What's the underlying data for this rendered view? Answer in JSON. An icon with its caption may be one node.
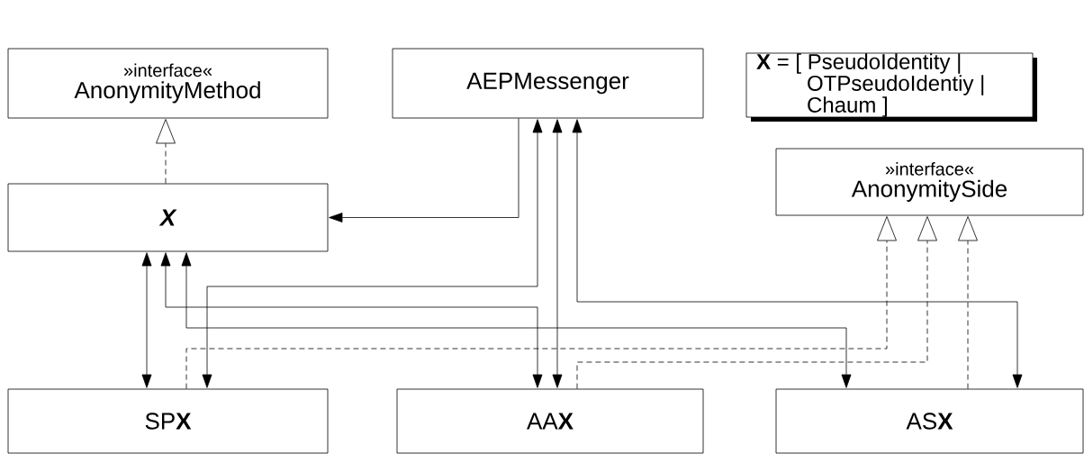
{
  "diagram": {
    "nodes": [
      {
        "text": [
          "»interface«",
          "AnonymityMethod"
        ]
      },
      {
        "text": [
          "AEPMessenger"
        ]
      },
      {
        "text": [
          "**X** = [ PseudoIdentity | OTPseudoIdentiy | Chaum ]"
        ]
      },
      {
        "text": [
          "X"
        ]
      },
      {
        "text": [
          "»interface«",
          "AnonymitySide"
        ]
      },
      {
        "text": [
          "SP**X**"
        ]
      },
      {
        "text": [
          "AA**X**"
        ]
      },
      {
        "text": [
          "AS**X**"
        ]
      }
    ],
    "edges": [
      {
        "from": 3,
        "to": 0,
        "arrow": "to",
        "style": "dashed"
      },
      {
        "from": 1,
        "to": 3,
        "arrow": "to"
      },
      {
        "from": 1,
        "to": 5,
        "arrow": "both"
      },
      {
        "from": 1,
        "to": 6,
        "arrow": "both"
      },
      {
        "from": 1,
        "to": 7,
        "arrow": "both"
      },
      {
        "from": 3,
        "to": 5,
        "arrow": "both"
      },
      {
        "from": 3,
        "to": 6,
        "arrow": "both"
      },
      {
        "from": 3,
        "to": 7,
        "arrow": "both"
      },
      {
        "from": 5,
        "to": 4,
        "arrow": "to",
        "style": "dashed"
      },
      {
        "from": 6,
        "to": 4,
        "arrow": "to",
        "style": "dashed"
      },
      {
        "from": 7,
        "to": 4,
        "arrow": "to",
        "style": "dashed"
      }
    ]
  }
}
